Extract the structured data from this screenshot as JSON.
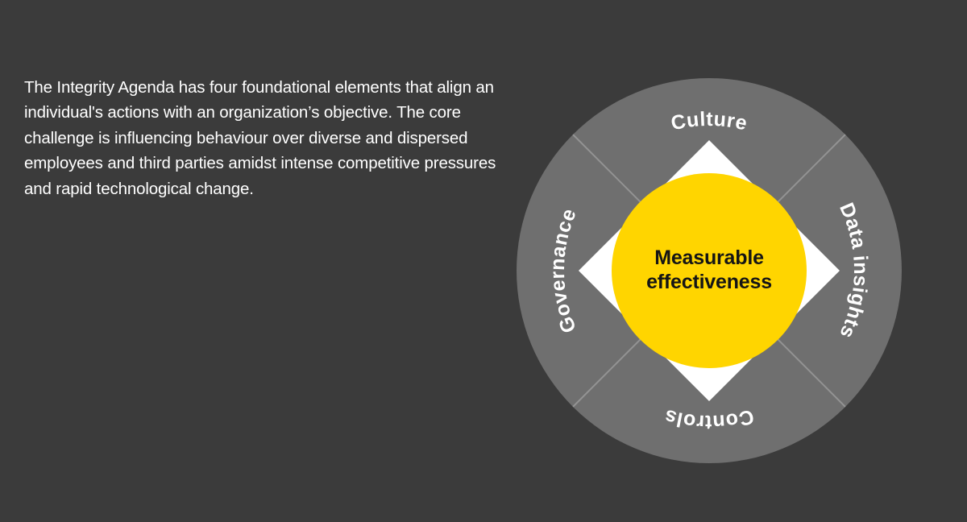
{
  "slide": {
    "background_color": "#3b3b3b",
    "body_text": "The Integrity Agenda has four foundational elements that align an individual's actions with an organization’s objective. The core challenge is influencing behaviour over diverse and dispersed employees and third parties amidst intense competitive pressures and rapid technological change."
  },
  "diagram": {
    "type": "radial-quadrant-wheel",
    "ring_color": "#6f6f6f",
    "ring_divider_color": "#9a9a9a",
    "hub_color": "#ffd500",
    "diamond_color": "#ffffff",
    "label_color": "#ffffff",
    "hub_text_color": "#151515",
    "center": {
      "line1": "Measurable",
      "line2": "effectiveness"
    },
    "quadrants": [
      {
        "id": "culture",
        "label": "Culture",
        "position": "top"
      },
      {
        "id": "data-insights",
        "label": "Data insights",
        "position": "right"
      },
      {
        "id": "controls",
        "label": "Controls",
        "position": "bottom"
      },
      {
        "id": "governance",
        "label": "Governance",
        "position": "left"
      }
    ]
  }
}
